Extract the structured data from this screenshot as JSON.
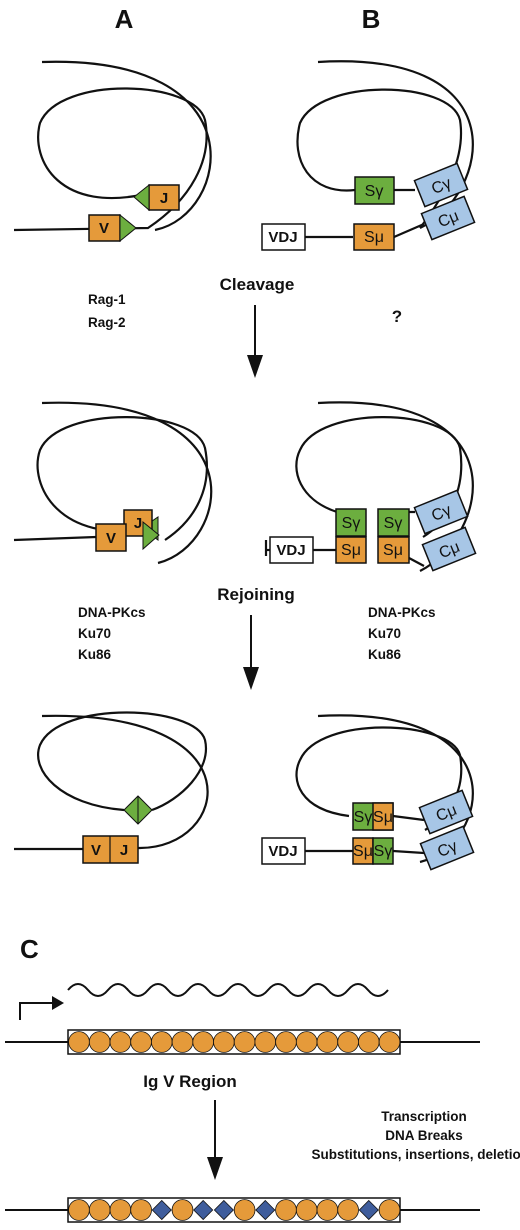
{
  "panels": {
    "a": "A",
    "b": "B",
    "c": "C"
  },
  "steps": {
    "cleavage": "Cleavage",
    "rejoining": "Rejoining"
  },
  "factors": {
    "cleavage_a": [
      "Rag-1",
      "Rag-2"
    ],
    "cleavage_b": "?",
    "rejoining_a": [
      "DNA-PKcs",
      "Ku70",
      "Ku86"
    ],
    "rejoining_b": [
      "DNA-PKcs",
      "Ku70",
      "Ku86"
    ]
  },
  "segments": {
    "v": "V",
    "j": "J",
    "vdj": "VDJ",
    "s_gamma": "Sγ",
    "s_mu": "Sμ",
    "c_gamma": "Cγ",
    "c_mu": "Cμ"
  },
  "panel_c": {
    "region_label": "Ig V Region",
    "notes": [
      "Transcription",
      "DNA Breaks",
      "Substitutions, insertions, deletions"
    ]
  },
  "colors": {
    "orange": "#e59a3a",
    "green": "#6cae3f",
    "blue": "#a7c6e6",
    "diamond": "#3f5d9c",
    "white": "#ffffff",
    "line": "#111111"
  }
}
